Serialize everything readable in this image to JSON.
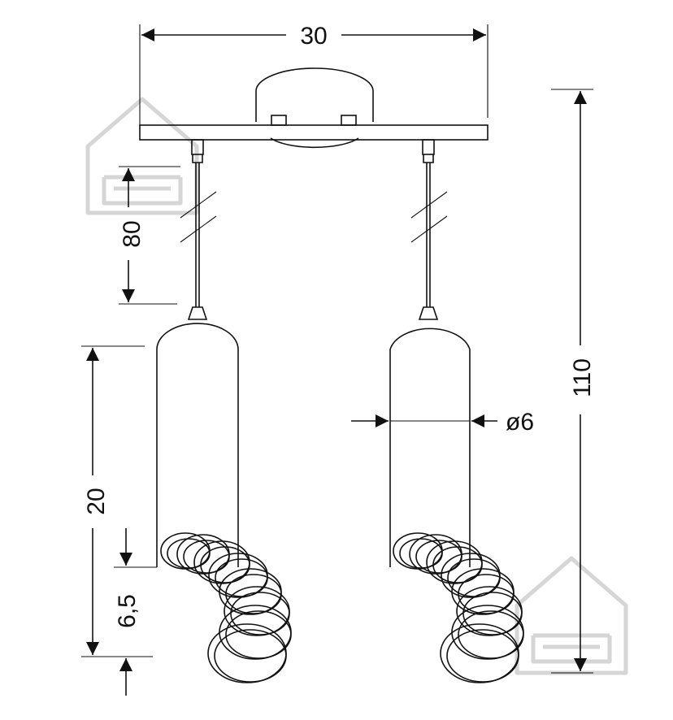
{
  "dimensions": {
    "width_top": "30",
    "total_height": "110",
    "cable_length": "80",
    "shade_height": "20",
    "coil_height": "6,5",
    "shade_diameter": "ø6"
  },
  "colors": {
    "line": "#111111",
    "watermark": "#d6d6d6",
    "background": "#ffffff"
  },
  "icons": [
    "house-logo-watermark",
    "arrow-head"
  ]
}
